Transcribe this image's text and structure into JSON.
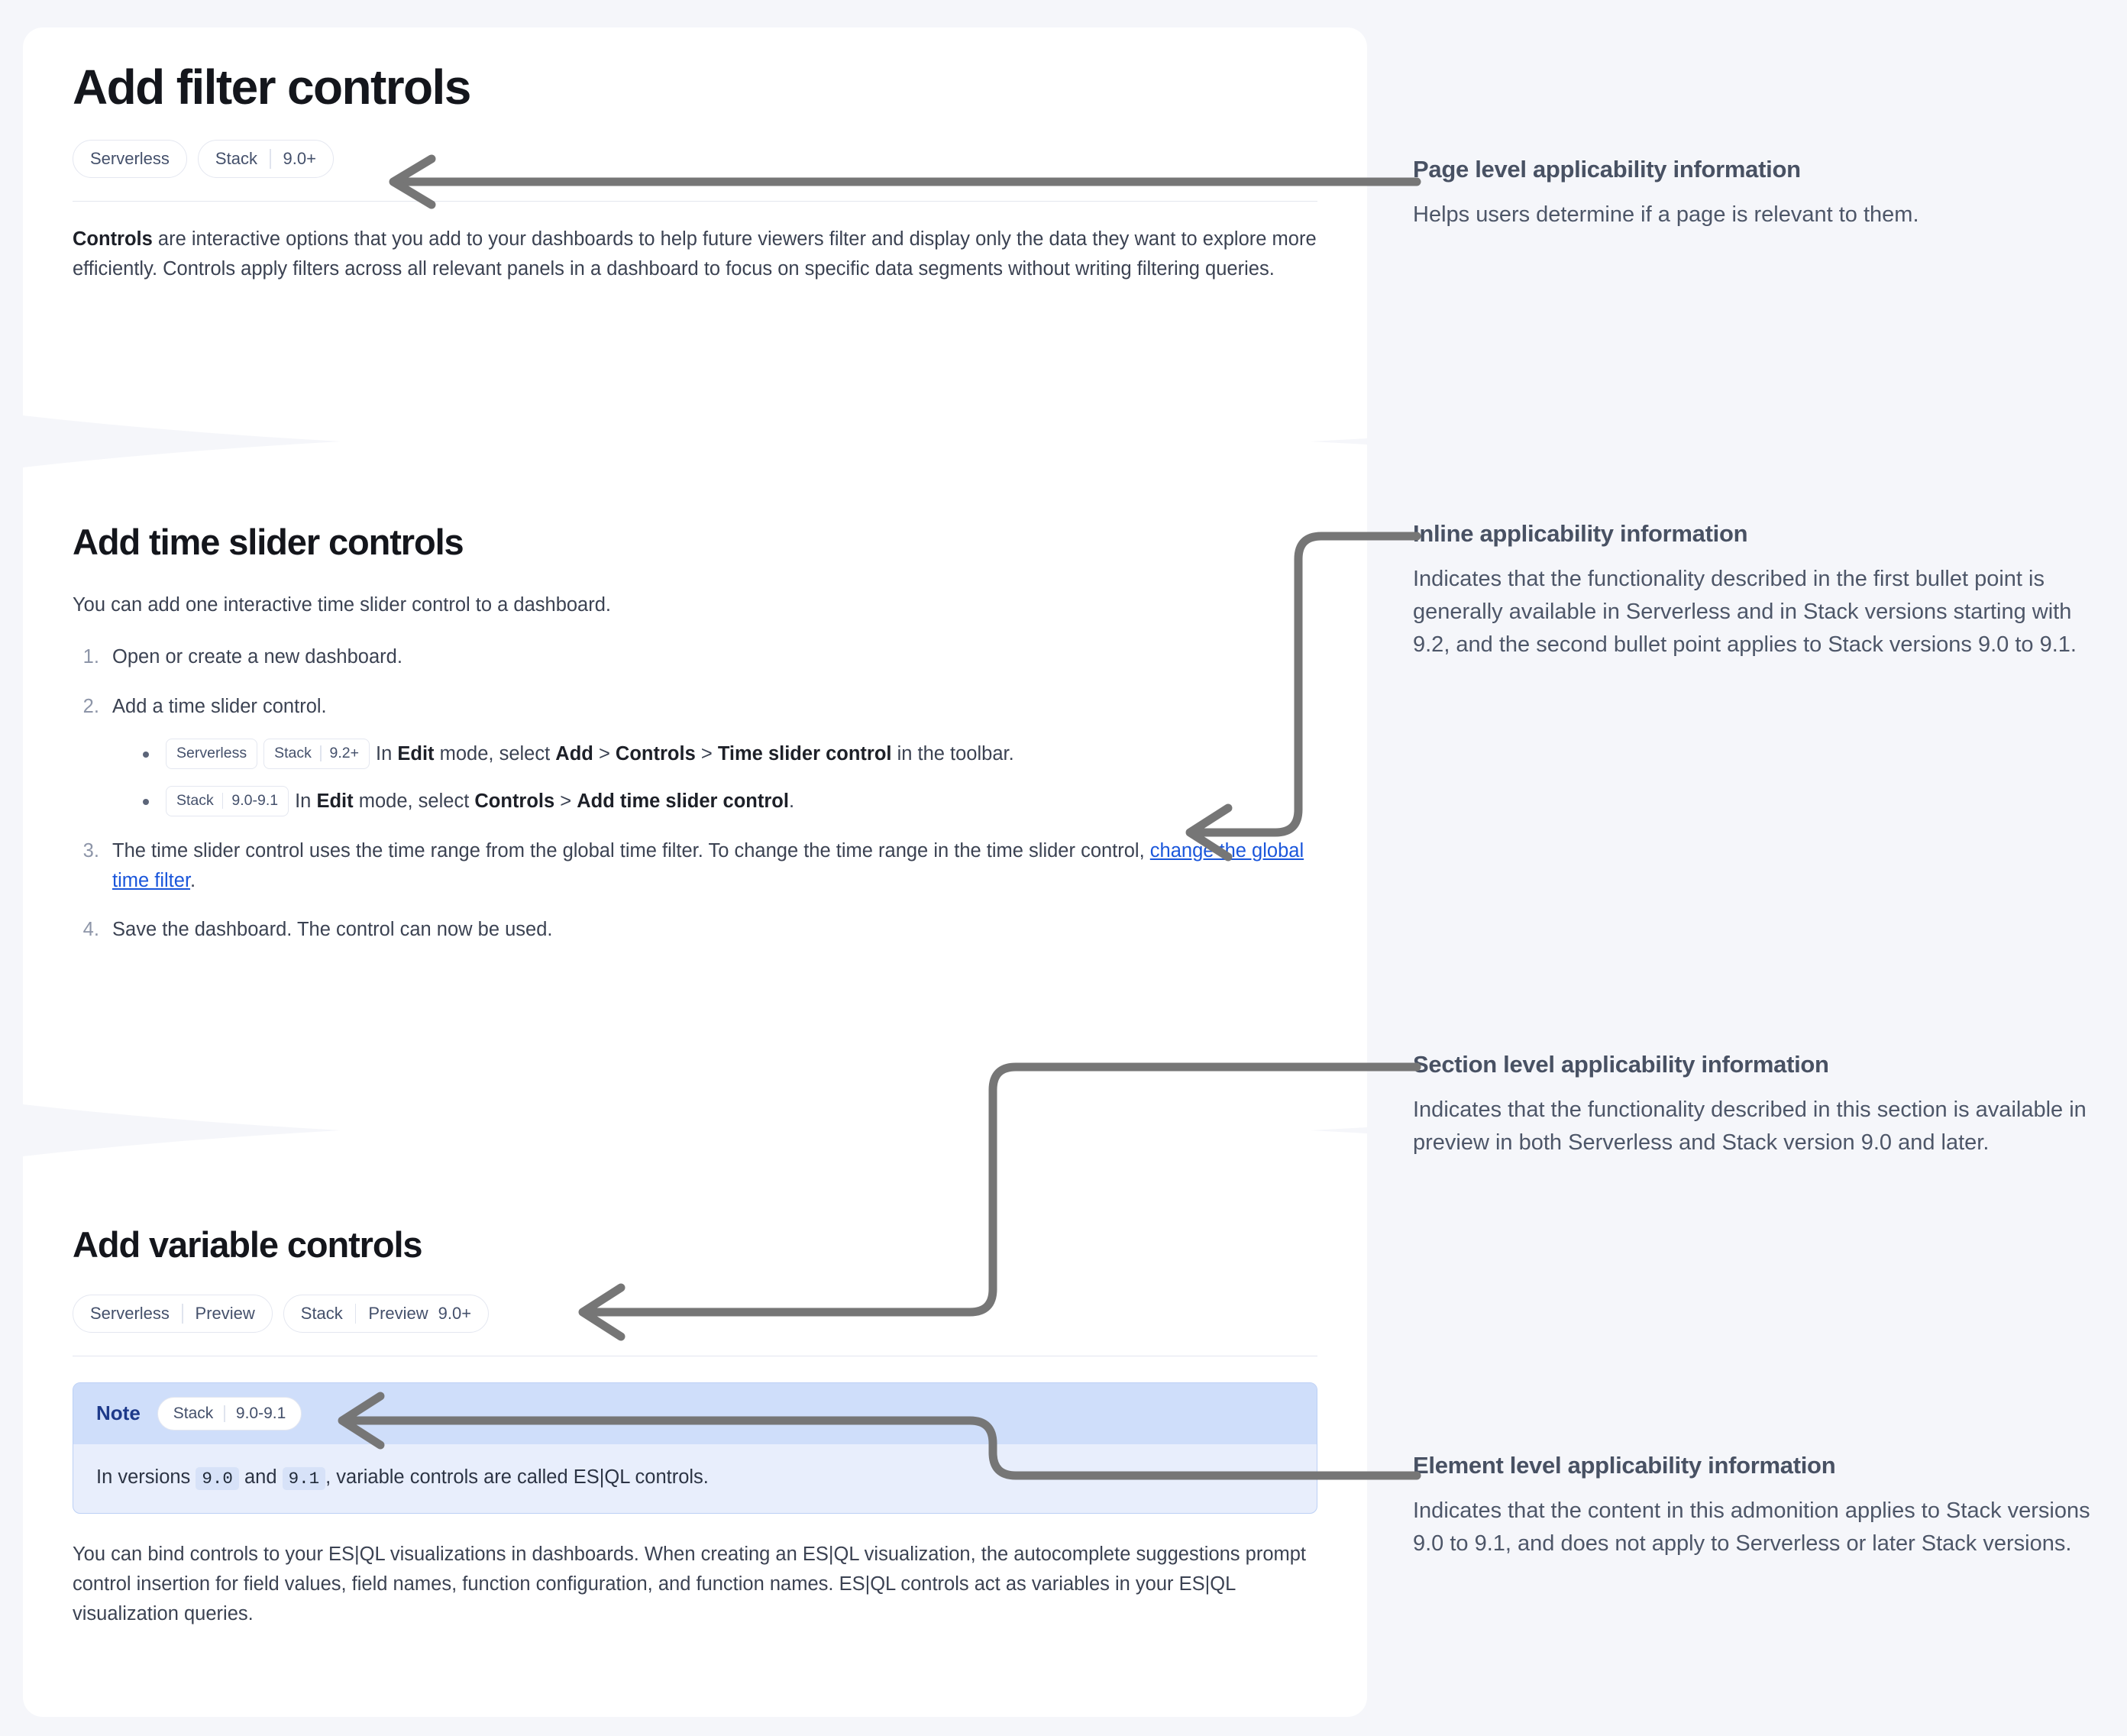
{
  "colors": {
    "page_bg": "#f5f6fa",
    "card_bg": "#ffffff",
    "heading": "#14161c",
    "body_text": "#3b4252",
    "badge_text": "#44506b",
    "badge_border": "#e4e7f0",
    "link": "#1a56db",
    "note_header_bg": "#cfdefa",
    "note_body_bg": "#e8eefc",
    "note_border": "#bcd0f5",
    "note_label": "#1e3a8a",
    "annotation_heading": "#485163",
    "annotation_body": "#4d5668",
    "arrow": "#767676"
  },
  "page": {
    "title": "Add filter controls",
    "applicability": [
      {
        "label": "Serverless",
        "versions": []
      },
      {
        "label": "Stack",
        "versions": [
          "9.0+"
        ]
      }
    ],
    "intro": {
      "lead": "Controls",
      "rest": " are interactive options that you add to your dashboards to help future viewers filter and display only the data they want to explore more efficiently. Controls apply filters across all relevant panels in a dashboard to focus on specific data segments without writing filtering queries."
    }
  },
  "section_time_slider": {
    "title": "Add time slider controls",
    "intro": "You can add one interactive time slider control to a dashboard.",
    "steps": [
      {
        "text": "Open or create a new dashboard."
      },
      {
        "text": "Add a time slider control.",
        "bullets": [
          {
            "badges": [
              {
                "label": "Serverless",
                "versions": []
              },
              {
                "label": "Stack",
                "versions": [
                  "9.2+"
                ]
              }
            ],
            "parts": [
              {
                "t": "In ",
                "b": false
              },
              {
                "t": "Edit",
                "b": true
              },
              {
                "t": " mode, select ",
                "b": false
              },
              {
                "t": "Add",
                "b": true
              },
              {
                "t": " > ",
                "b": false
              },
              {
                "t": "Controls",
                "b": true
              },
              {
                "t": " > ",
                "b": false
              },
              {
                "t": "Time slider control",
                "b": true
              },
              {
                "t": " in the toolbar.",
                "b": false
              }
            ]
          },
          {
            "badges": [
              {
                "label": "Stack",
                "versions": [
                  "9.0-9.1"
                ]
              }
            ],
            "parts": [
              {
                "t": "In ",
                "b": false
              },
              {
                "t": "Edit",
                "b": true
              },
              {
                "t": " mode, select ",
                "b": false
              },
              {
                "t": "Controls",
                "b": true
              },
              {
                "t": " > ",
                "b": false
              },
              {
                "t": "Add time slider control",
                "b": true
              },
              {
                "t": ".",
                "b": false
              }
            ]
          }
        ]
      },
      {
        "text_before_link": "The time slider control uses the time range from the global time filter. To change the time range in the time slider control, ",
        "link_text": "change the global time filter",
        "text_after_link": "."
      },
      {
        "text": "Save the dashboard. The control can now be used."
      }
    ]
  },
  "section_variable": {
    "title": "Add variable controls",
    "applicability": [
      {
        "label": "Serverless",
        "versions": [
          "Preview"
        ]
      },
      {
        "label": "Stack",
        "versions": [
          "Preview",
          "9.0+"
        ]
      }
    ],
    "note": {
      "label": "Note",
      "badge": {
        "label": "Stack",
        "versions": [
          "9.0-9.1"
        ]
      },
      "body_parts": [
        {
          "t": "In versions ",
          "code": false
        },
        {
          "t": "9.0",
          "code": true
        },
        {
          "t": " and ",
          "code": false
        },
        {
          "t": "9.1",
          "code": true
        },
        {
          "t": ", variable controls are called ES|QL controls.",
          "code": false
        }
      ]
    },
    "paragraph": "You can bind controls to your ES|QL visualizations in dashboards. When creating an ES|QL visualization, the autocomplete suggestions prompt control insertion for field values, field names, function configuration, and function names. ES|QL controls act as variables in your ES|QL visualization queries."
  },
  "annotations": [
    {
      "heading": "Page level applicability information",
      "body": "Helps users determine if a page is relevant to them."
    },
    {
      "heading": "Inline applicability information",
      "body": "Indicates that the functionality described in the first bullet point is generally available in Serverless and in Stack versions starting with 9.2, and the second bullet point applies to Stack versions 9.0 to 9.1."
    },
    {
      "heading": "Section level applicability information",
      "body": "Indicates that the functionality described in this section is available in preview in both Serverless and Stack version 9.0 and later."
    },
    {
      "heading": "Element level applicability information",
      "body": "Indicates that the content in this admonition applies to Stack versions 9.0 to 9.1, and does not apply to Serverless or later Stack versions."
    }
  ]
}
